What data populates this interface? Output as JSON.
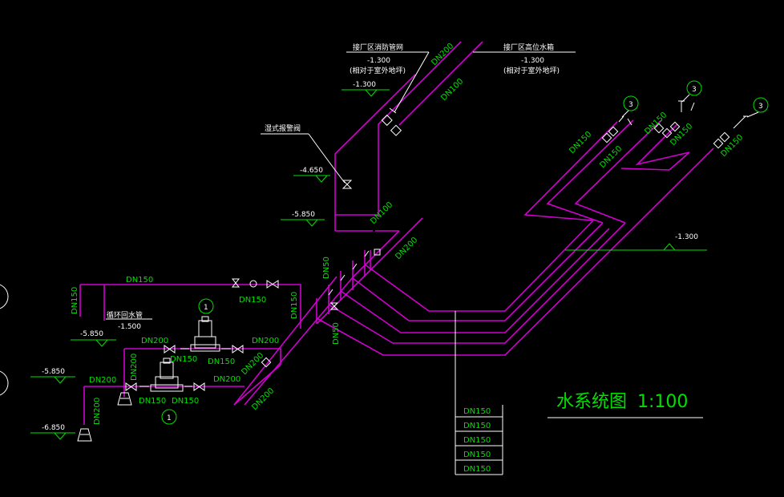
{
  "drawing": {
    "title": "水系统图",
    "scale": "1:100",
    "colors": {
      "background": "#000000",
      "pipe": "#d000d0",
      "text": "#00e000",
      "annotation": "#ffffff",
      "axis": "#ffff00"
    },
    "callouts": {
      "fire_pipe": "接厂区消防管网",
      "fire_pipe_elev": "-1.300",
      "fire_pipe_ref": "(相对于室外地坪)",
      "tank": "接厂区高位水箱",
      "tank_elev": "-1.300",
      "tank_ref": "(相对于室外地坪)",
      "alarm_valve": "湿式报警阀",
      "return_pipe": "循环回水管",
      "return_pipe_elev": "-1.500"
    },
    "elevations": {
      "e1": "-1.300",
      "e2": "-4.650",
      "e3": "-5.850",
      "e4": "-1.300",
      "e5": "-5.850",
      "e6": "-5.850",
      "e7": "-6.850"
    },
    "pipe_labels": {
      "dn200_top": "DN200",
      "dn100_top": "DN100",
      "dn100_mid": "DN100",
      "dn200_mid": "DN200",
      "dn50_a": "DN50",
      "dn50_b": "DN50",
      "dn150_r1a": "DN150",
      "dn150_r1b": "DN150",
      "dn150_r2a": "DN150",
      "dn150_r2b": "DN150",
      "dn150_r3": "DN150",
      "dn150_topleft": "DN150",
      "dn150_leftvert": "DN150",
      "dn150_valve": "DN150",
      "dn150_rightvert": "DN150",
      "dn200_pump1_l": "DN200",
      "dn200_pump1_r": "DN200",
      "dn150_pump1_a": "DN150",
      "dn150_pump1_b": "DN150",
      "dn200_diag1": "DN200",
      "dn200_pump2_l": "DN200",
      "dn200_pump2_v": "DN200",
      "dn200_pump2_r": "DN200",
      "dn150_pump2_a": "DN150",
      "dn150_pump2_b": "DN150",
      "dn200_diag2": "DN200",
      "dn200_vert_low": "DN200"
    },
    "table_rows": [
      "DN150",
      "DN150",
      "DN150",
      "DN150",
      "DN150"
    ],
    "markers": [
      "3",
      "3",
      "3",
      "1",
      "1"
    ]
  }
}
